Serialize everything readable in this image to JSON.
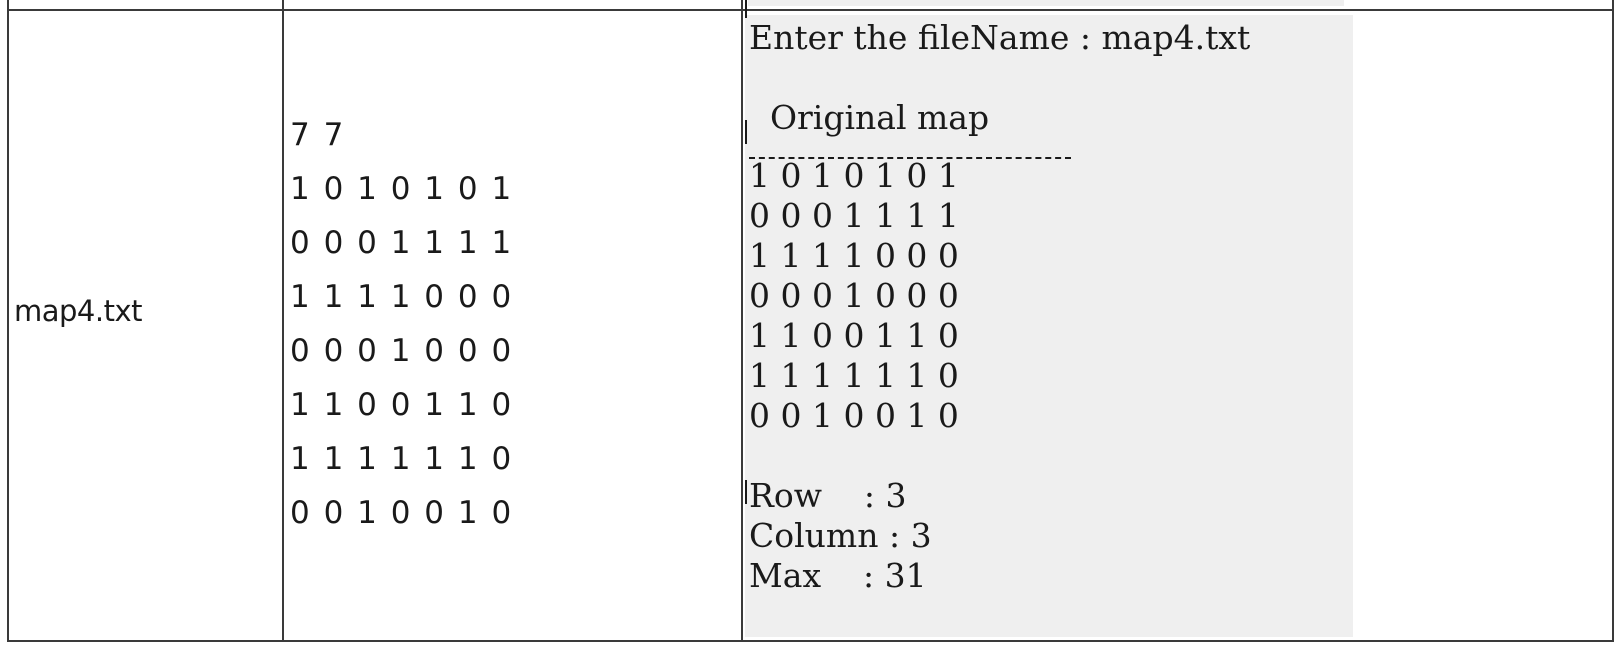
{
  "row": {
    "filename": "map4.txt",
    "input_lines": [
      "7 7",
      "1 0 1 0 1 0 1",
      "0 0 0 1 1 1 1",
      "1 1 1 1 0 0 0",
      "0 0 0 1 0 0 0",
      "1 1 0 0 1 1 0",
      "1 1 1 1 1 1 0",
      "0 0 1 0 0 1 0"
    ],
    "console": {
      "prompt": "Enter the fileName : map4.txt",
      "heading": "  Original map",
      "map_rows": [
        "1 0 1 0 1 0 1",
        "0 0 0 1 1 1 1",
        "1 1 1 1 0 0 0",
        "0 0 0 1 0 0 0",
        "1 1 0 0 1 1 0",
        "1 1 1 1 1 1 0",
        "0 0 1 0 0 1 0"
      ],
      "result_row": "Row    : 3",
      "result_column": "Column : 3",
      "result_max": "Max    : 31"
    }
  }
}
